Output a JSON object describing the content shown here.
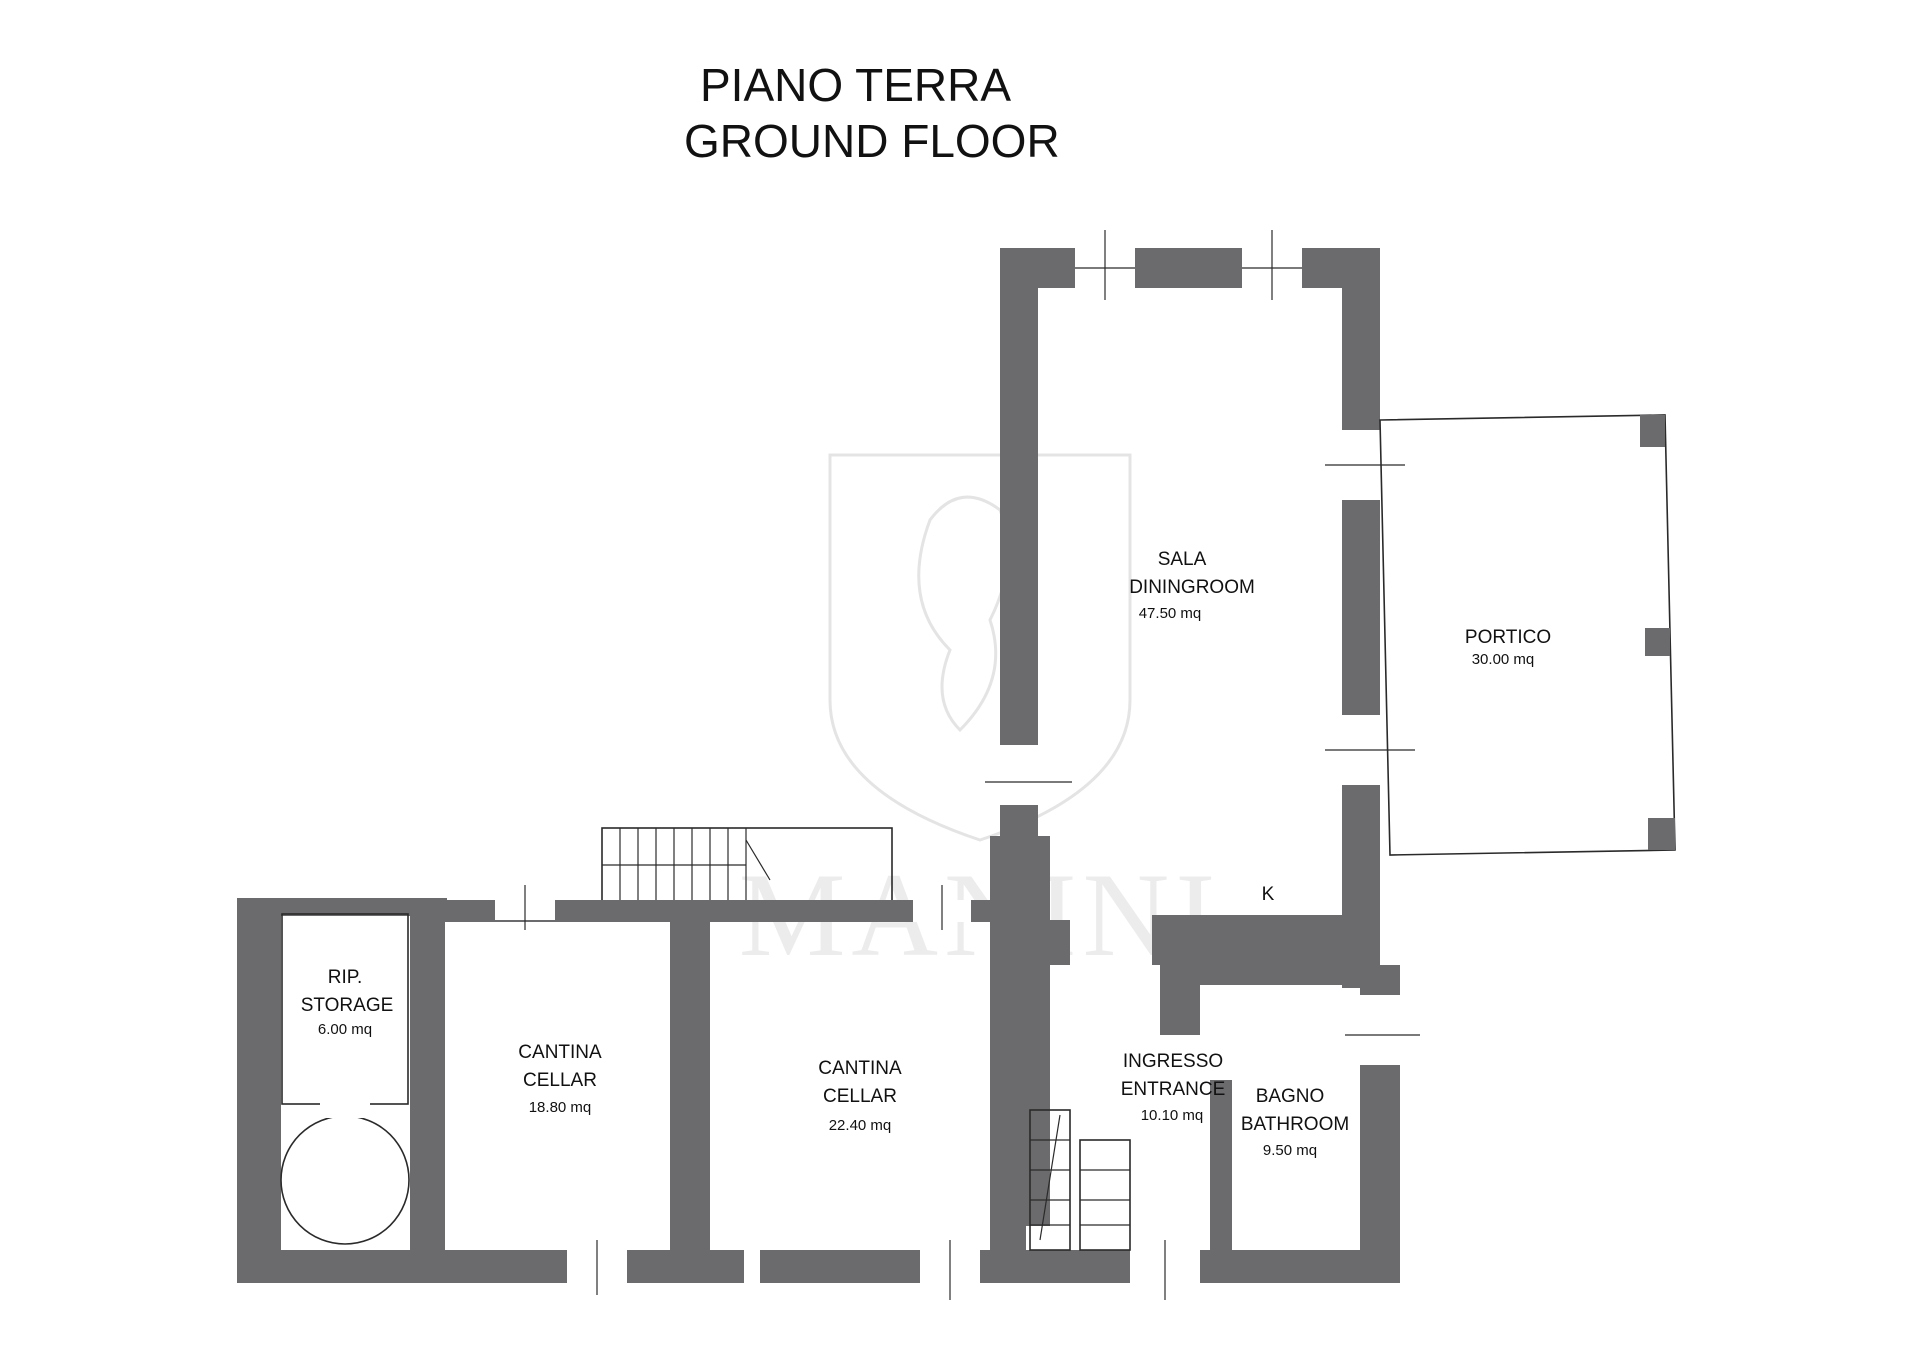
{
  "title": {
    "line1": "PIANO TERRA",
    "line2": "GROUND FLOOR"
  },
  "watermark": {
    "brand": "MANINI"
  },
  "rooms": {
    "dining": {
      "it": "SALA",
      "en": "DININGROOM",
      "area": "47.50 mq"
    },
    "portico": {
      "name": "PORTICO",
      "area": "30.00 mq"
    },
    "storage": {
      "it": "RIP.",
      "en": "STORAGE",
      "area": "6.00 mq"
    },
    "cellar1": {
      "it": "CANTINA",
      "en": "CELLAR",
      "area": "18.80 mq"
    },
    "cellar2": {
      "it": "CANTINA",
      "en": "CELLAR",
      "area": "22.40 mq"
    },
    "entrance": {
      "it": "INGRESSO",
      "en": "ENTRANCE",
      "area": "10.10 mq"
    },
    "bathroom": {
      "it": "BAGNO",
      "en": "BATHROOM",
      "area": "9.50 mq"
    },
    "kitchen_mark": "K"
  },
  "colors": {
    "wall": "#6b6b6e",
    "line": "#2a2a2a",
    "watermark": "#e4e4e4"
  }
}
